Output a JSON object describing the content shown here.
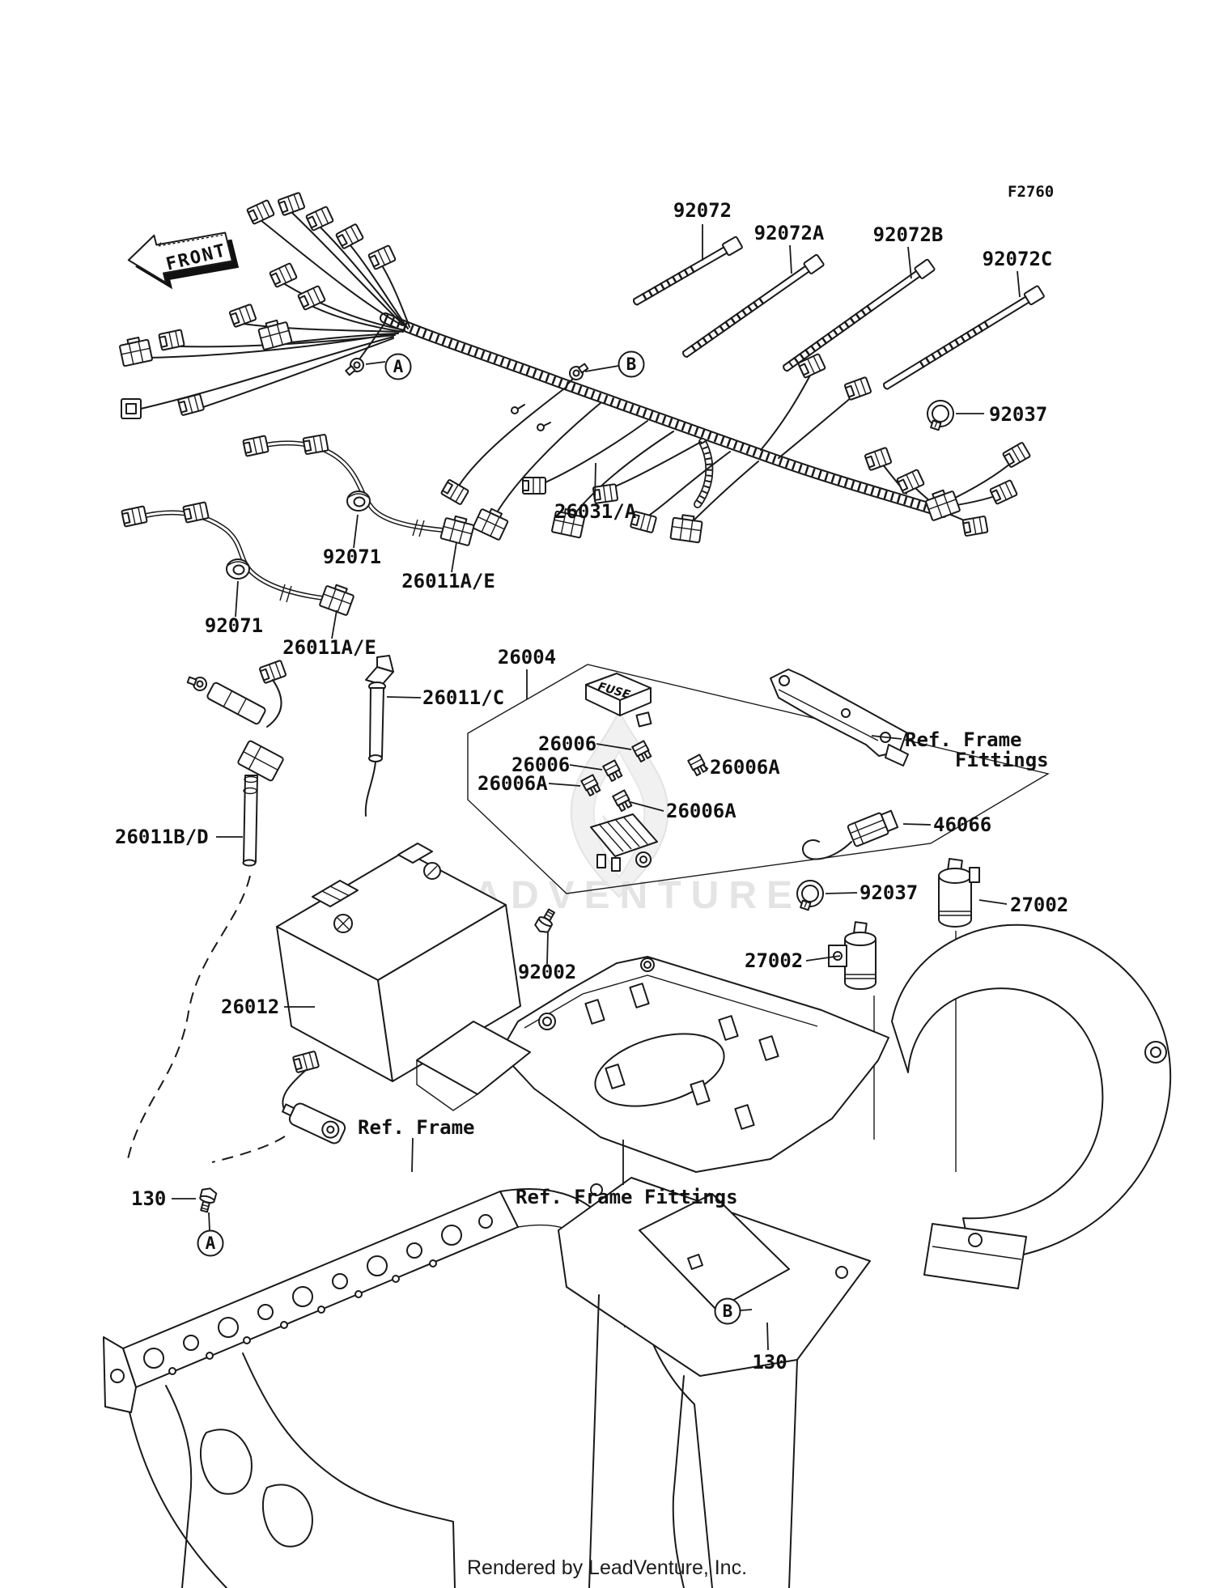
{
  "page": {
    "figure_code": "F2760",
    "front_marker": "FRONT",
    "fuse_box_text": "FUSE",
    "watermark_text": "LEADVENTURE",
    "footer": "Rendered by LeadVenture, Inc."
  },
  "markers": {
    "top_a": "A",
    "top_b": "B",
    "bottom_a": "A",
    "bottom_b": "B"
  },
  "part_labels": {
    "tie_92072": "92072",
    "tie_92072a": "92072A",
    "tie_92072b": "92072B",
    "tie_92072c": "92072C",
    "clamp_top_92037": "92037",
    "main_harness_26031": "26031/A",
    "grommet_92071_mid": "92071",
    "subharness_26011ae_mid": "26011A/E",
    "grommet_92071_left": "92071",
    "subharness_26011ae_left": "26011A/E",
    "fusebox_26004": "26004",
    "cable_26011c": "26011/C",
    "fuse_26006_1": "26006",
    "fuse_26006_2": "26006",
    "fuse_26006a_left": "26006A",
    "fuse_26006a_right": "26006A",
    "fuse_26006a_bottom": "26006A",
    "ref_frame_fittings_right_line1": "Ref. Frame",
    "ref_frame_fittings_right_line2": "Fittings",
    "connector_46066": "46066",
    "clamp_mid_92037": "92037",
    "solenoid_27002_right": "27002",
    "solenoid_27002_left": "27002",
    "bolt_92002": "92002",
    "cable_26011bd": "26011B/D",
    "battery_26012": "26012",
    "ref_frame": "Ref. Frame",
    "ref_frame_fittings_bottom": "Ref. Frame Fittings",
    "bolt_130_left": "130",
    "bolt_130_right": "130"
  }
}
